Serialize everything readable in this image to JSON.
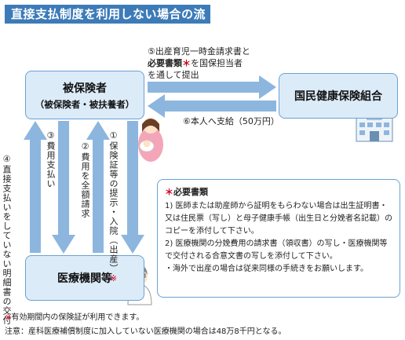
{
  "title": "直接支払制度を利用しない場合の流れ",
  "nodes": {
    "insured": {
      "label": "被保険者",
      "sublabel": "（被保険者・被扶養者）"
    },
    "union": {
      "label": "国民健康保険組合"
    },
    "medical": {
      "label": "医療機関等"
    }
  },
  "steps": {
    "step5_line1": "⑤出産育児一時金請求書と",
    "step5_bold": "必要書類",
    "step5_mark": "＊",
    "step5_rest": "を国保担当者",
    "step5_line3": "を通して提出",
    "step6": "⑥本人へ支給（50万円）",
    "step1": "①保険証等の提示・入院（出産）",
    "step1_mark": "※",
    "step2": "②費用を全額請求",
    "step3": "③費用支払い",
    "step4": "④直接支払いをしていない明細書の交付"
  },
  "required_docs": {
    "mark": "＊",
    "title": "必要書類",
    "items": [
      "1) 医師または助産師から証明をもらわない場合は出生証明書・又は住民票（写し）と母子健康手帳（出生日と分娩者名記載）のコピーを添付して下さい。",
      "2) 医療機関の分娩費用の請求書（領収書）の写し・医療機関等で交付される合意文書の写しを添付して下さい。",
      "・海外で出産の場合は従来同様の手続きをお願いします。"
    ]
  },
  "footnotes": {
    "mark": "※",
    "note1": "有効期間内の保険証が利用できます。",
    "note2": "注意：産科医療補償制度に加入していない医療機関の場合は48万8千円となる。"
  },
  "colors": {
    "banner": "#3d7bb8",
    "box_fill": "#dcebf8",
    "box_border": "#6aa1d3",
    "arrow": "#8db6de",
    "accent_red": "#d0021b"
  },
  "icons": [
    "mother-baby-illustration",
    "hospital-building-icon",
    "doctor-illustration"
  ]
}
